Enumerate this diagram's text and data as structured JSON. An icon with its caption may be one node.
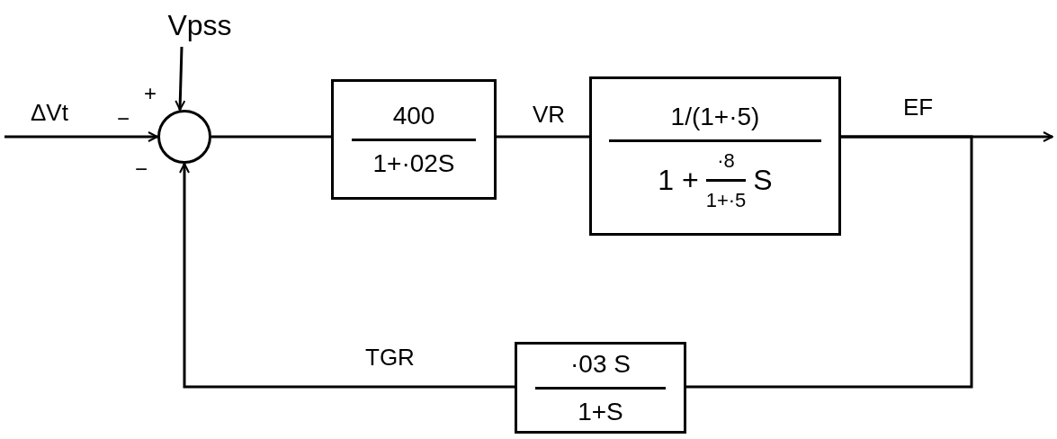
{
  "diagram": {
    "nodes": [
      {
        "text": [
          "Vpss"
        ]
      },
      {
        "text": [],
        "shape": "circle"
      },
      {
        "text": [
          "400",
          "1+·02S"
        ]
      },
      {
        "text": [
          "1/(1+·5)",
          "1 +",
          "·8",
          "1+·5",
          "S"
        ]
      },
      {
        "text": [
          "·03 S",
          "1+S"
        ]
      }
    ],
    "edges": [
      {
        "from": null,
        "to": 1,
        "arrow": "to",
        "label": "ΔVt"
      },
      {
        "from": 0,
        "to": 1,
        "arrow": "to"
      },
      {
        "from": 1,
        "to": 2,
        "arrow": "none"
      },
      {
        "from": 2,
        "to": 3,
        "arrow": "none",
        "label": "VR"
      },
      {
        "from": 3,
        "to": null,
        "arrow": "to",
        "label": "EF"
      },
      {
        "from": 3,
        "to": 4,
        "arrow": "none"
      },
      {
        "from": 4,
        "to": 1,
        "arrow": "to",
        "label": "TGR"
      }
    ],
    "labels": [
      "+",
      "−",
      "−"
    ]
  }
}
